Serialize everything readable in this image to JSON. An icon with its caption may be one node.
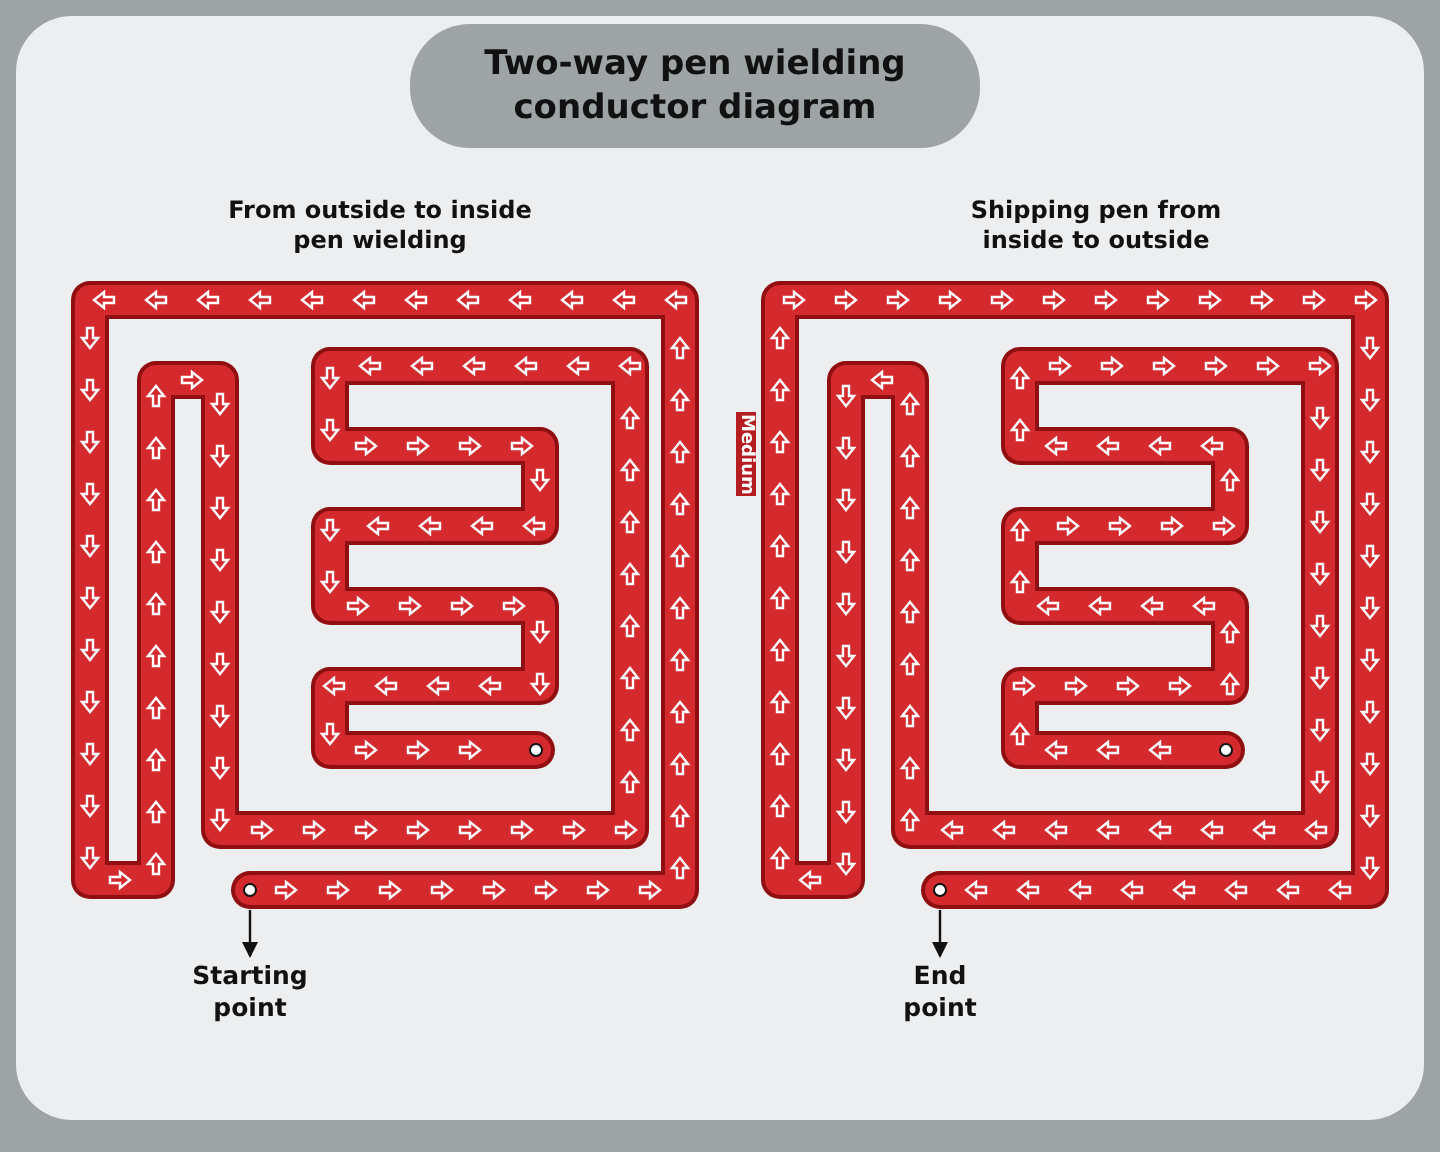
{
  "diagram": {
    "title": "Two-way pen wielding conductor diagram",
    "nodes": [
      {
        "text": [],
        "shape": "picture"
      },
      {
        "text": [
          "Starting point"
        ]
      },
      {
        "text": [],
        "shape": "picture"
      },
      {
        "text": [
          "End point"
        ]
      }
    ],
    "edges": [
      {
        "from": 0,
        "to": 1,
        "arrow": "to"
      },
      {
        "from": 2,
        "to": 3,
        "arrow": "to"
      }
    ],
    "labels": [
      "From outside to inside pen wielding",
      "Shipping pen from inside to outside",
      "Medium"
    ]
  }
}
